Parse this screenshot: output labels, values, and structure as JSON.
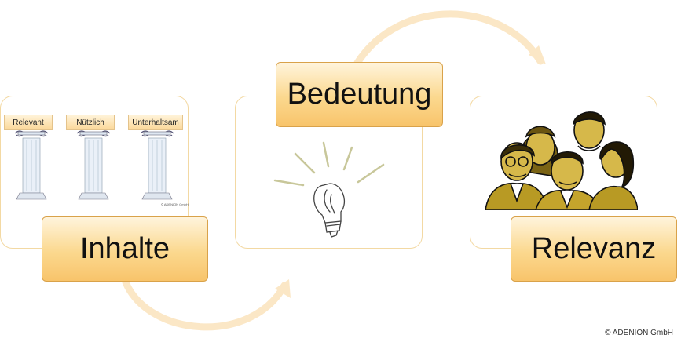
{
  "steps": {
    "inhalte": "Inhalte",
    "bedeutung": "Bedeutung",
    "relevanz": "Relevanz"
  },
  "pillars": [
    "Relevant",
    "Nützlich",
    "Unterhaltsam"
  ],
  "image_copyright": "© ADENION GmbH",
  "footer": "© ADENION  GmbH",
  "colors": {
    "label_gradient_top": "#fff4dc",
    "label_gradient_bottom": "#f8c46b",
    "label_border": "#d9a24a",
    "card_border": "#f3d9a3",
    "arrow": "#fbe7c6"
  },
  "icons": [
    "lightbulb-icon",
    "people-group-icon",
    "pillar-icon"
  ]
}
